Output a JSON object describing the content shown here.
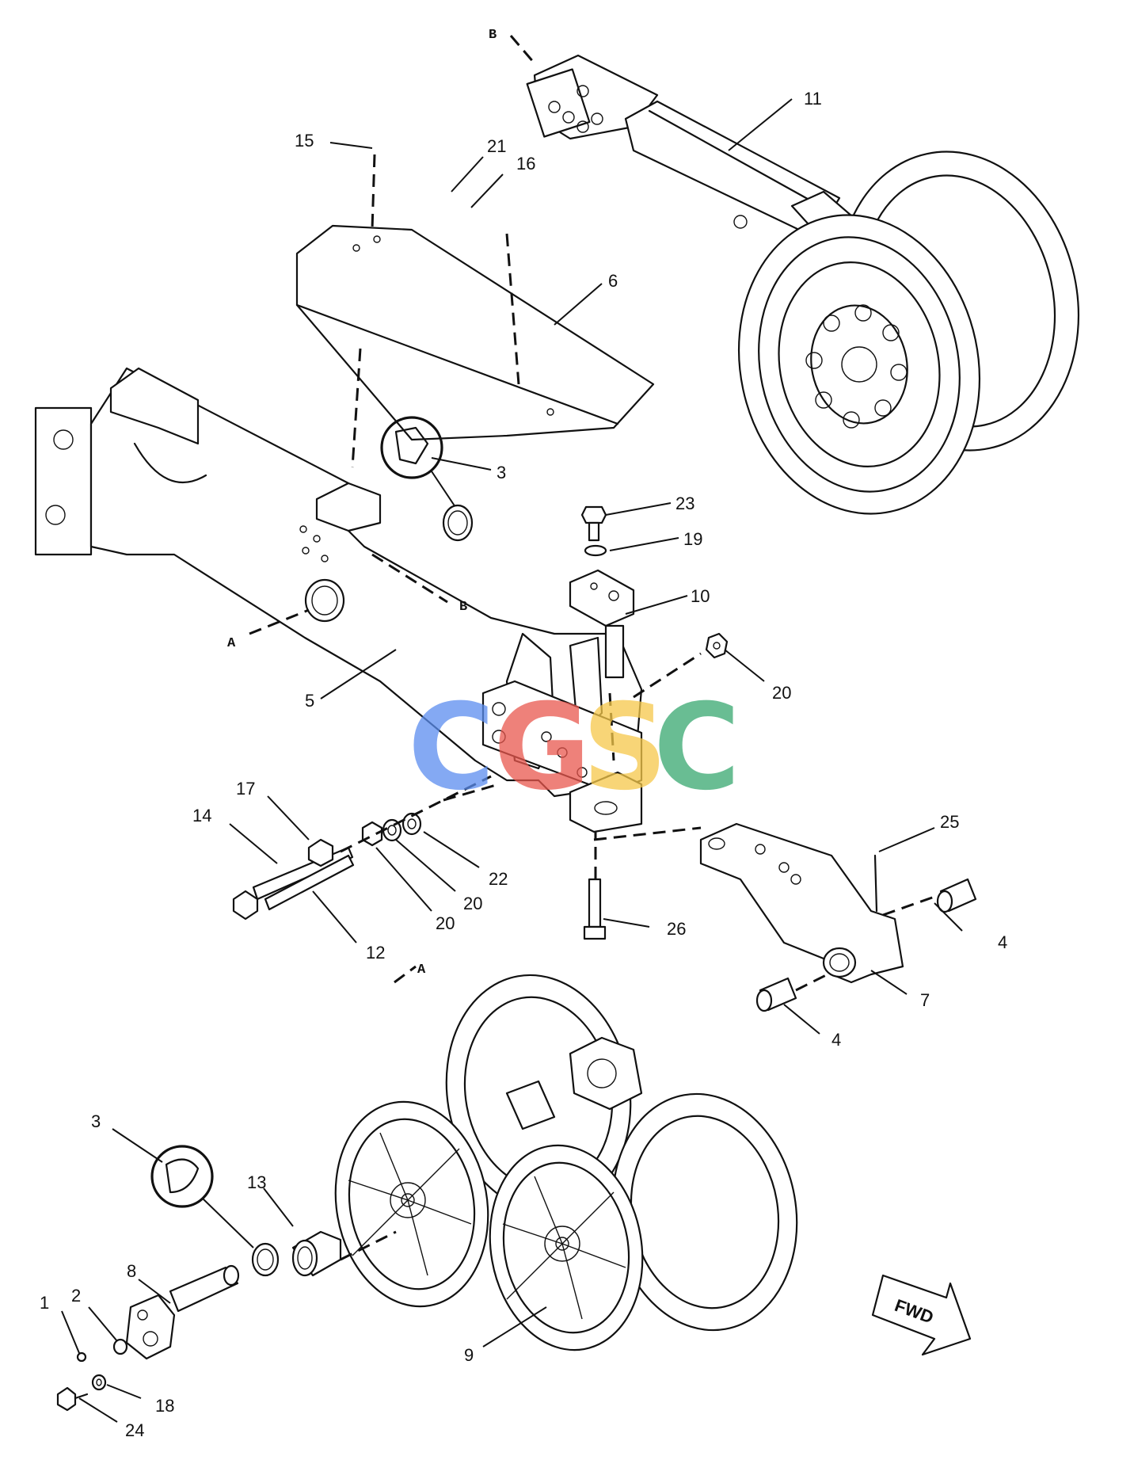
{
  "callouts": [
    {
      "id": "c15",
      "label": "15"
    },
    {
      "id": "c21",
      "label": "21"
    },
    {
      "id": "c16",
      "label": "16"
    },
    {
      "id": "c11",
      "label": "11"
    },
    {
      "id": "c6",
      "label": "6"
    },
    {
      "id": "c3a",
      "label": "3"
    },
    {
      "id": "c23",
      "label": "23"
    },
    {
      "id": "c19",
      "label": "19"
    },
    {
      "id": "c10",
      "label": "10"
    },
    {
      "id": "c20a",
      "label": "20"
    },
    {
      "id": "c5",
      "label": "5"
    },
    {
      "id": "c17",
      "label": "17"
    },
    {
      "id": "c14",
      "label": "14"
    },
    {
      "id": "c25",
      "label": "25"
    },
    {
      "id": "c22",
      "label": "22"
    },
    {
      "id": "c20b",
      "label": "20"
    },
    {
      "id": "c20c",
      "label": "20"
    },
    {
      "id": "c26",
      "label": "26"
    },
    {
      "id": "c4a",
      "label": "4"
    },
    {
      "id": "c12",
      "label": "12"
    },
    {
      "id": "c7",
      "label": "7"
    },
    {
      "id": "c4b",
      "label": "4"
    },
    {
      "id": "c3b",
      "label": "3"
    },
    {
      "id": "c13",
      "label": "13"
    },
    {
      "id": "c8",
      "label": "8"
    },
    {
      "id": "c1",
      "label": "1"
    },
    {
      "id": "c2",
      "label": "2"
    },
    {
      "id": "c9",
      "label": "9"
    },
    {
      "id": "c18",
      "label": "18"
    },
    {
      "id": "c24",
      "label": "24"
    }
  ],
  "references": {
    "b_top": "B",
    "b_mid": "B",
    "a_left": "A",
    "a_low": "A"
  },
  "fwd_label": "FWD",
  "watermark": {
    "letters": [
      "C",
      "G",
      "S",
      "C"
    ],
    "colors": [
      "#5b8def",
      "#e9574e",
      "#f6c84a",
      "#37a870"
    ]
  }
}
